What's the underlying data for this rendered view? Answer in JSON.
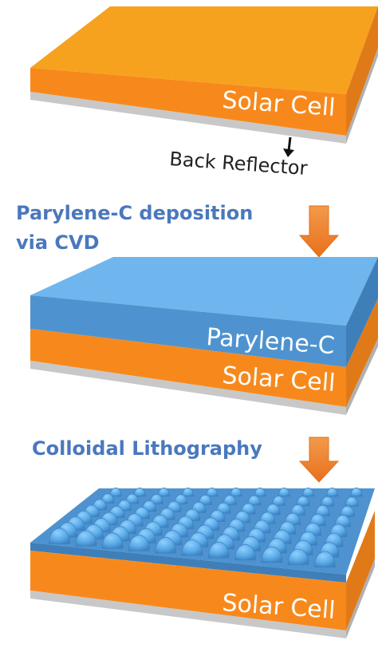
{
  "layers": {
    "step1_solar": "Solar Cell",
    "back_reflector": "Back Reflector",
    "step2_parylene": "Parylene-C",
    "step2_solar": "Solar Cell",
    "step3_solar": "Solar Cell"
  },
  "steps": {
    "deposition_line1": "Parylene-C deposition",
    "deposition_line2": "via CVD",
    "lithography": "Colloidal Lithography"
  },
  "colors": {
    "solar_top": "#f7a21f",
    "solar_side": "#f7891c",
    "reflector": "#c8c8c8",
    "parylene_top": "#6fb6ee",
    "parylene_side": "#4e93cf",
    "arrow": "#f07a1c",
    "step_text": "#4a78bd"
  },
  "icons": {
    "process_arrow": "orange-down-arrow",
    "pointer_arrow": "black-down-arrow"
  }
}
